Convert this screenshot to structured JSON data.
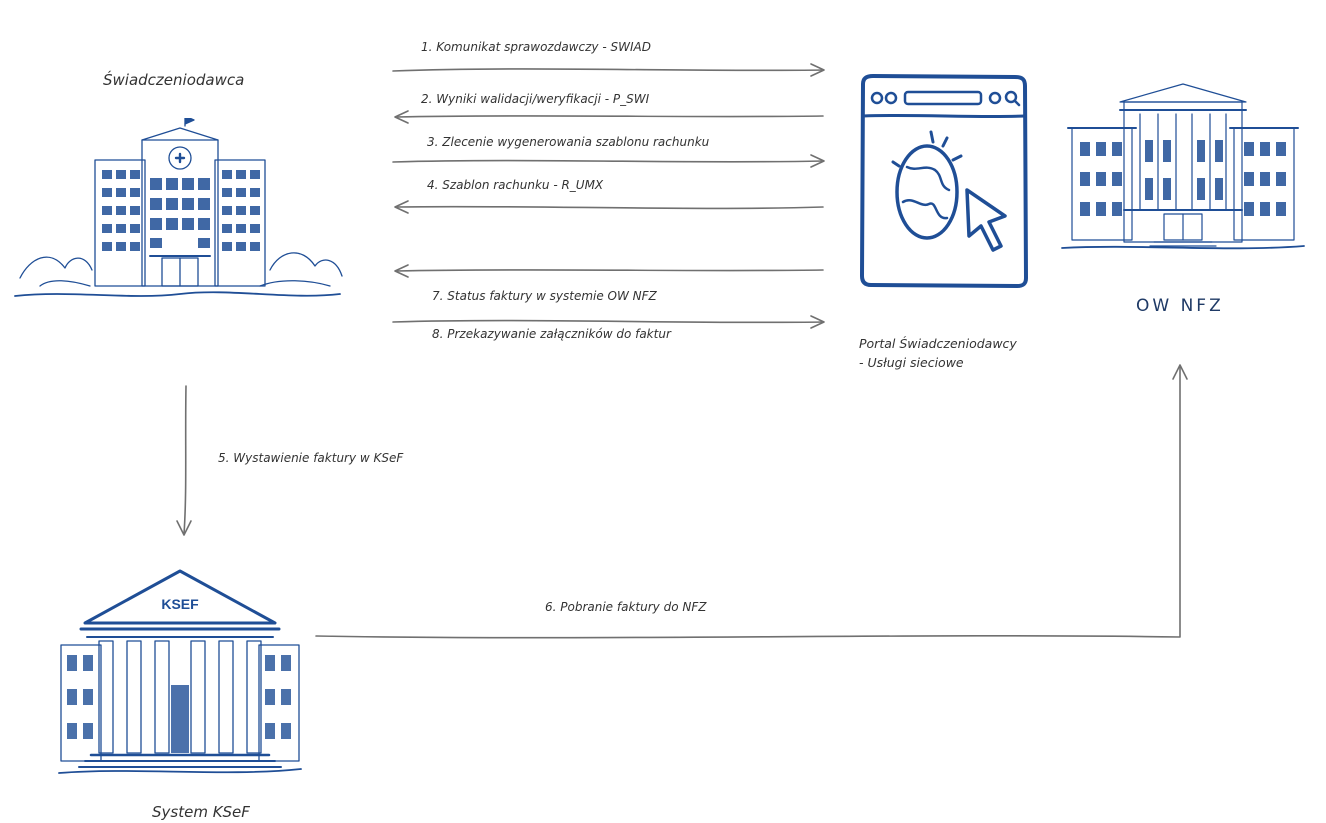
{
  "actors": {
    "provider": "Świadczeniodawca",
    "ksef": "System KSeF",
    "ownfz": "OW NFZ",
    "portal_line1": "Portal Świadczeniodawcy",
    "portal_line2": "- Usługi sieciowe",
    "ksef_sign": "KSEF"
  },
  "messages": [
    "1. Komunikat sprawozdawczy - SWIAD",
    "2. Wyniki walidacji/weryfikacji - P_SWI",
    "3. Zlecenie wygenerowania szablonu rachunku",
    "4. Szablon rachunku - R_UMX",
    "5. Wystawienie faktury w KSeF",
    "6. Pobranie faktury do NFZ",
    "7. Status faktury w systemie OW NFZ",
    "8. Przekazywanie załączników do faktur"
  ],
  "colors": {
    "ink": "#1f4e96",
    "arrow": "#707070",
    "text": "#333333"
  },
  "icons": {
    "provider": "hospital-building-icon",
    "portal": "browser-globe-cursor-icon",
    "ownfz": "government-building-icon",
    "ksef": "classical-temple-icon"
  }
}
